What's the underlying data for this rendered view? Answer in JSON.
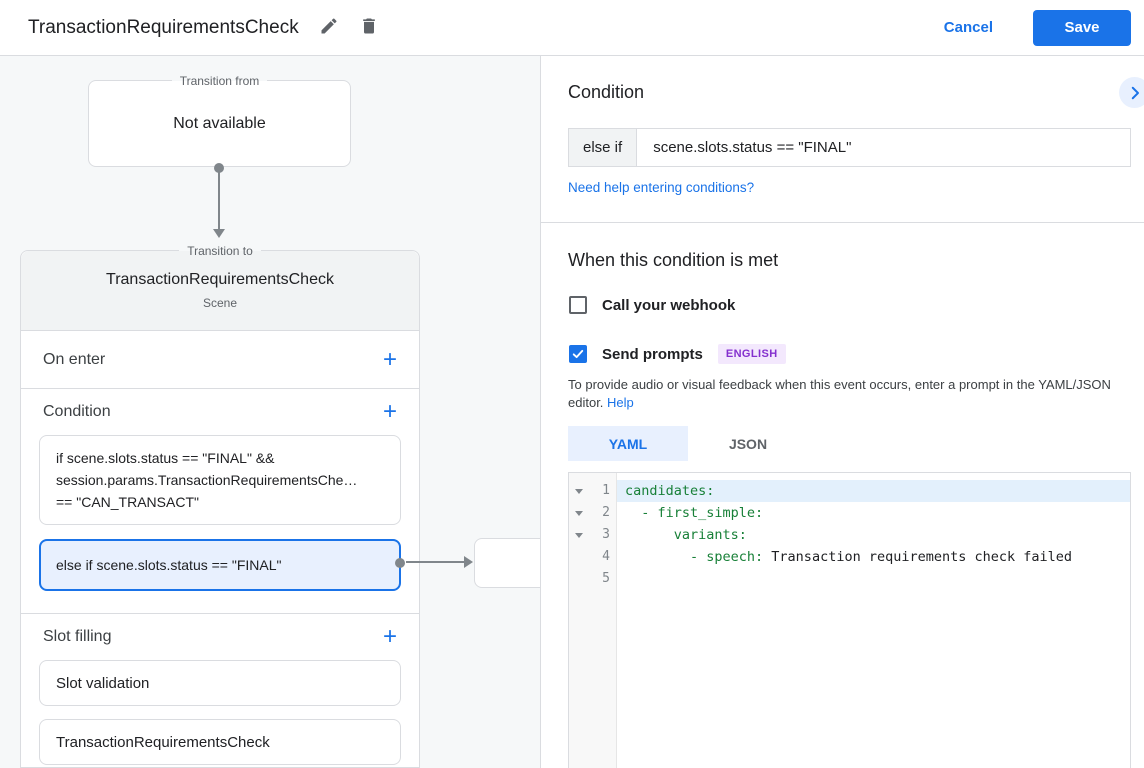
{
  "topbar": {
    "title": "TransactionRequirementsCheck",
    "cancel_label": "Cancel",
    "save_label": "Save"
  },
  "icons": {
    "plus": "+"
  },
  "colors": {
    "accent": "#1a73e8",
    "accent_bg": "#e8f0fe",
    "border": "#dadce0",
    "code_key_green": "#188038",
    "badge_bg": "#f3e8fd",
    "badge_text": "#8430ce",
    "connector_gray": "#80868b"
  },
  "diagram": {
    "transition_from": {
      "label": "Transition from",
      "value": "Not available"
    },
    "transition_to": {
      "label": "Transition to",
      "title": "TransactionRequirementsCheck",
      "subtitle": "Scene"
    },
    "on_enter": {
      "label": "On enter"
    },
    "condition": {
      "label": "Condition",
      "boxes": [
        {
          "selected": false,
          "lines": [
            "if scene.slots.status == \"FINAL\" &&",
            "session.params.TransactionRequirementsChe…",
            "== \"CAN_TRANSACT\""
          ]
        },
        {
          "selected": true,
          "lines": [
            "else if scene.slots.status == \"FINAL\""
          ]
        }
      ]
    },
    "slot_filling": {
      "label": "Slot filling",
      "items": [
        "Slot validation",
        "TransactionRequirementsCheck"
      ]
    }
  },
  "panel": {
    "heading": "Condition",
    "condition_field": {
      "prefix": "else if",
      "value": "scene.slots.status == \"FINAL\""
    },
    "help_link": "Need help entering conditions?",
    "when_met": {
      "heading": "When this condition is met",
      "webhook_label": "Call your webhook",
      "webhook_checked": false,
      "prompts_label": "Send prompts",
      "prompts_checked": true,
      "language_badge": "ENGLISH",
      "description": "To provide audio or visual feedback when this event occurs, enter a prompt in the YAML/JSON editor.",
      "help_link": "Help"
    },
    "tabs": [
      {
        "label": "YAML",
        "active": true
      },
      {
        "label": "JSON",
        "active": false
      }
    ],
    "editor": {
      "lines": [
        {
          "num": "1",
          "fold": true,
          "active": true,
          "key": "candidates:",
          "value": ""
        },
        {
          "num": "2",
          "fold": true,
          "active": false,
          "key": "  - first_simple:",
          "value": ""
        },
        {
          "num": "3",
          "fold": true,
          "active": false,
          "key": "      variants:",
          "value": ""
        },
        {
          "num": "4",
          "fold": false,
          "active": false,
          "key": "        - speech:",
          "value": " Transaction requirements check failed"
        },
        {
          "num": "5",
          "fold": false,
          "active": false,
          "key": "",
          "value": ""
        }
      ]
    }
  }
}
